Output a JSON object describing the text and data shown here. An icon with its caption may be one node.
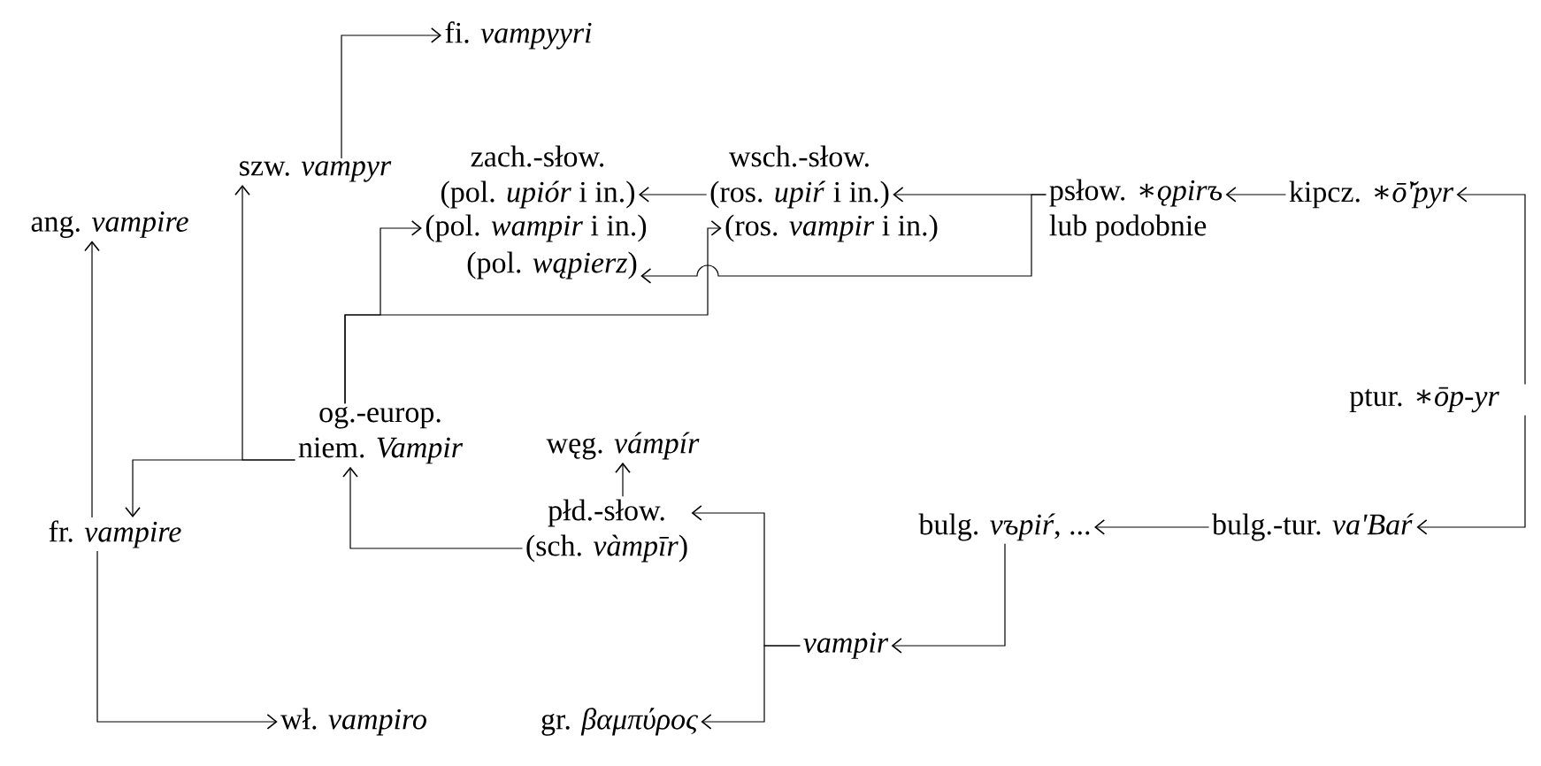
{
  "diagram": {
    "nodes": [
      {
        "text": [
          "fi. *vampyyri*"
        ]
      },
      {
        "text": [
          "szw. *vampyr*"
        ]
      },
      {
        "text": [
          "zach.-słow.",
          "(pol. *upiór* i in.)"
        ]
      },
      {
        "text": [
          "(pol. *wampir* i in.)"
        ]
      },
      {
        "text": [
          "(pol. *wąpierz*)"
        ]
      },
      {
        "text": [
          "wsch.-słow.",
          "(ros. *upiŕ* i in.)"
        ]
      },
      {
        "text": [
          "(ros. *vampir* i in.)"
        ]
      },
      {
        "text": [
          "psłow. ∗*ǫpirъ*",
          "lub podobnie"
        ]
      },
      {
        "text": [
          "kipcz. ∗*ō̆'pyr*"
        ]
      },
      {
        "text": [
          "ptur. ∗*ōp-yr*"
        ]
      },
      {
        "text": [
          "bulg.-tur. *va'Baŕ*"
        ]
      },
      {
        "text": [
          "bulg. *vъpiŕ*, ..."
        ]
      },
      {
        "text": [
          "*vampir*"
        ]
      },
      {
        "text": [
          "płd.-słow.",
          "(sch. *vàmpīr*)"
        ]
      },
      {
        "text": [
          "węg. *vámpír*"
        ]
      },
      {
        "text": [
          "gr. *βαμπύρος*"
        ]
      },
      {
        "text": [
          "og.-europ.",
          "niem. *Vampir*"
        ]
      },
      {
        "text": [
          "ang. *vampire*"
        ]
      },
      {
        "text": [
          "fr. *vampire*"
        ]
      },
      {
        "text": [
          "wł. *vampiro*"
        ]
      }
    ],
    "edges": [
      {
        "from": 1,
        "to": 0,
        "arrow": "to"
      },
      {
        "from": 16,
        "to": 1,
        "arrow": "to"
      },
      {
        "from": 16,
        "to": 18,
        "arrow": "to"
      },
      {
        "from": 18,
        "to": 17,
        "arrow": "to"
      },
      {
        "from": 18,
        "to": 19,
        "arrow": "to"
      },
      {
        "from": 16,
        "to": 3,
        "arrow": "to"
      },
      {
        "from": 16,
        "to": 6,
        "arrow": "to"
      },
      {
        "from": 7,
        "to": 5,
        "arrow": "to"
      },
      {
        "from": 7,
        "to": 4,
        "arrow": "to"
      },
      {
        "from": 5,
        "to": 2,
        "arrow": "to"
      },
      {
        "from": 8,
        "to": 7,
        "arrow": "to"
      },
      {
        "from": 9,
        "to": 8,
        "arrow": "to"
      },
      {
        "from": 9,
        "to": 10,
        "arrow": "to"
      },
      {
        "from": 10,
        "to": 11,
        "arrow": "to"
      },
      {
        "from": 11,
        "to": 12,
        "arrow": "to"
      },
      {
        "from": 12,
        "to": 13,
        "arrow": "to"
      },
      {
        "from": 12,
        "to": 15,
        "arrow": "to"
      },
      {
        "from": 13,
        "to": 14,
        "arrow": "to"
      },
      {
        "from": 13,
        "to": 16,
        "arrow": "to"
      }
    ]
  }
}
